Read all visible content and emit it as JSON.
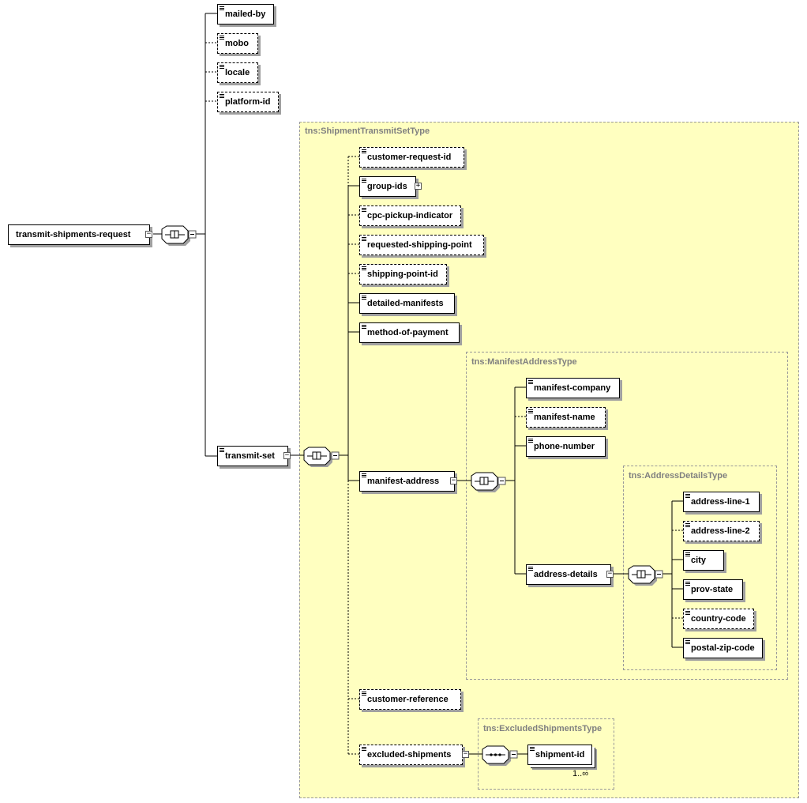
{
  "root": {
    "label": "transmit-shipments-request"
  },
  "top_children": [
    {
      "label": "mailed-by"
    },
    {
      "label": "mobo"
    },
    {
      "label": "locale"
    },
    {
      "label": "platform-id"
    },
    {
      "label": "transmit-set"
    }
  ],
  "shipment_transmit_set": {
    "type_label": "tns:ShipmentTransmitSetType",
    "children": [
      {
        "label": "customer-request-id"
      },
      {
        "label": "group-ids"
      },
      {
        "label": "cpc-pickup-indicator"
      },
      {
        "label": "requested-shipping-point"
      },
      {
        "label": "shipping-point-id"
      },
      {
        "label": "detailed-manifests"
      },
      {
        "label": "method-of-payment"
      },
      {
        "label": "manifest-address"
      },
      {
        "label": "customer-reference"
      },
      {
        "label": "excluded-shipments"
      }
    ]
  },
  "manifest_address": {
    "type_label": "tns:ManifestAddressType",
    "children": [
      {
        "label": "manifest-company"
      },
      {
        "label": "manifest-name"
      },
      {
        "label": "phone-number"
      },
      {
        "label": "address-details"
      }
    ]
  },
  "address_details": {
    "type_label": "tns:AddressDetailsType",
    "children": [
      {
        "label": "address-line-1"
      },
      {
        "label": "address-line-2"
      },
      {
        "label": "city"
      },
      {
        "label": "prov-state"
      },
      {
        "label": "country-code"
      },
      {
        "label": "postal-zip-code"
      }
    ]
  },
  "excluded_shipments": {
    "type_label": "tns:ExcludedShipmentsType",
    "children": [
      {
        "label": "shipment-id"
      }
    ],
    "occurrence": "1..∞"
  },
  "colors": {
    "type_fill": "#ffffc0",
    "type_border": "#999999",
    "type_label": "#808080",
    "shadow": "#a0a0a0"
  }
}
